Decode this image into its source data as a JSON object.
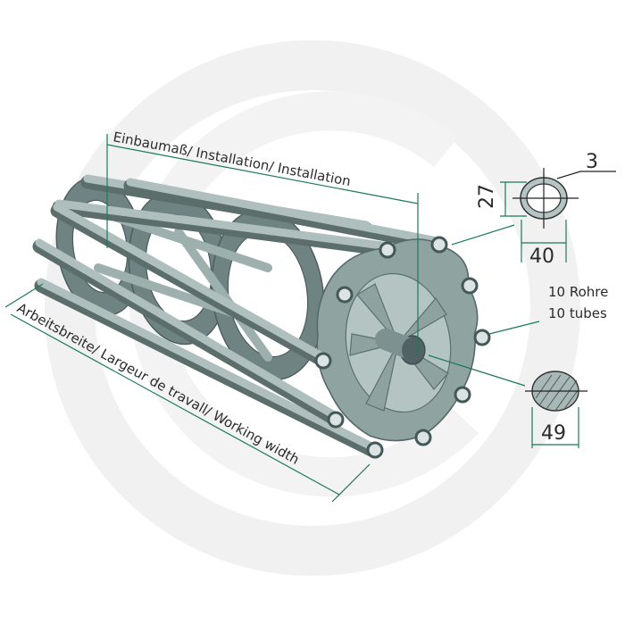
{
  "labels": {
    "installation": "Einbaumaß/ Installation/ Installation",
    "working_width": "Arbeitsbreite/ Largeur de travall/ Working width",
    "tubes_de": "10 Rohre",
    "tubes_en": "10 tubes"
  },
  "dimensions": {
    "tube_wall": "3",
    "tube_height": "27",
    "tube_width": "40",
    "shaft_diameter": "49"
  },
  "colors": {
    "metal": "#8fa3a1",
    "metal_dark": "#56686a",
    "dimension_line": "#1b7a55",
    "watermark": "#f1f1f1"
  },
  "icons": {
    "watermark": "brand-logo-watermark",
    "tube_section": "hollow-tube-cross-section-icon",
    "shaft_section": "solid-shaft-cross-section-icon"
  }
}
